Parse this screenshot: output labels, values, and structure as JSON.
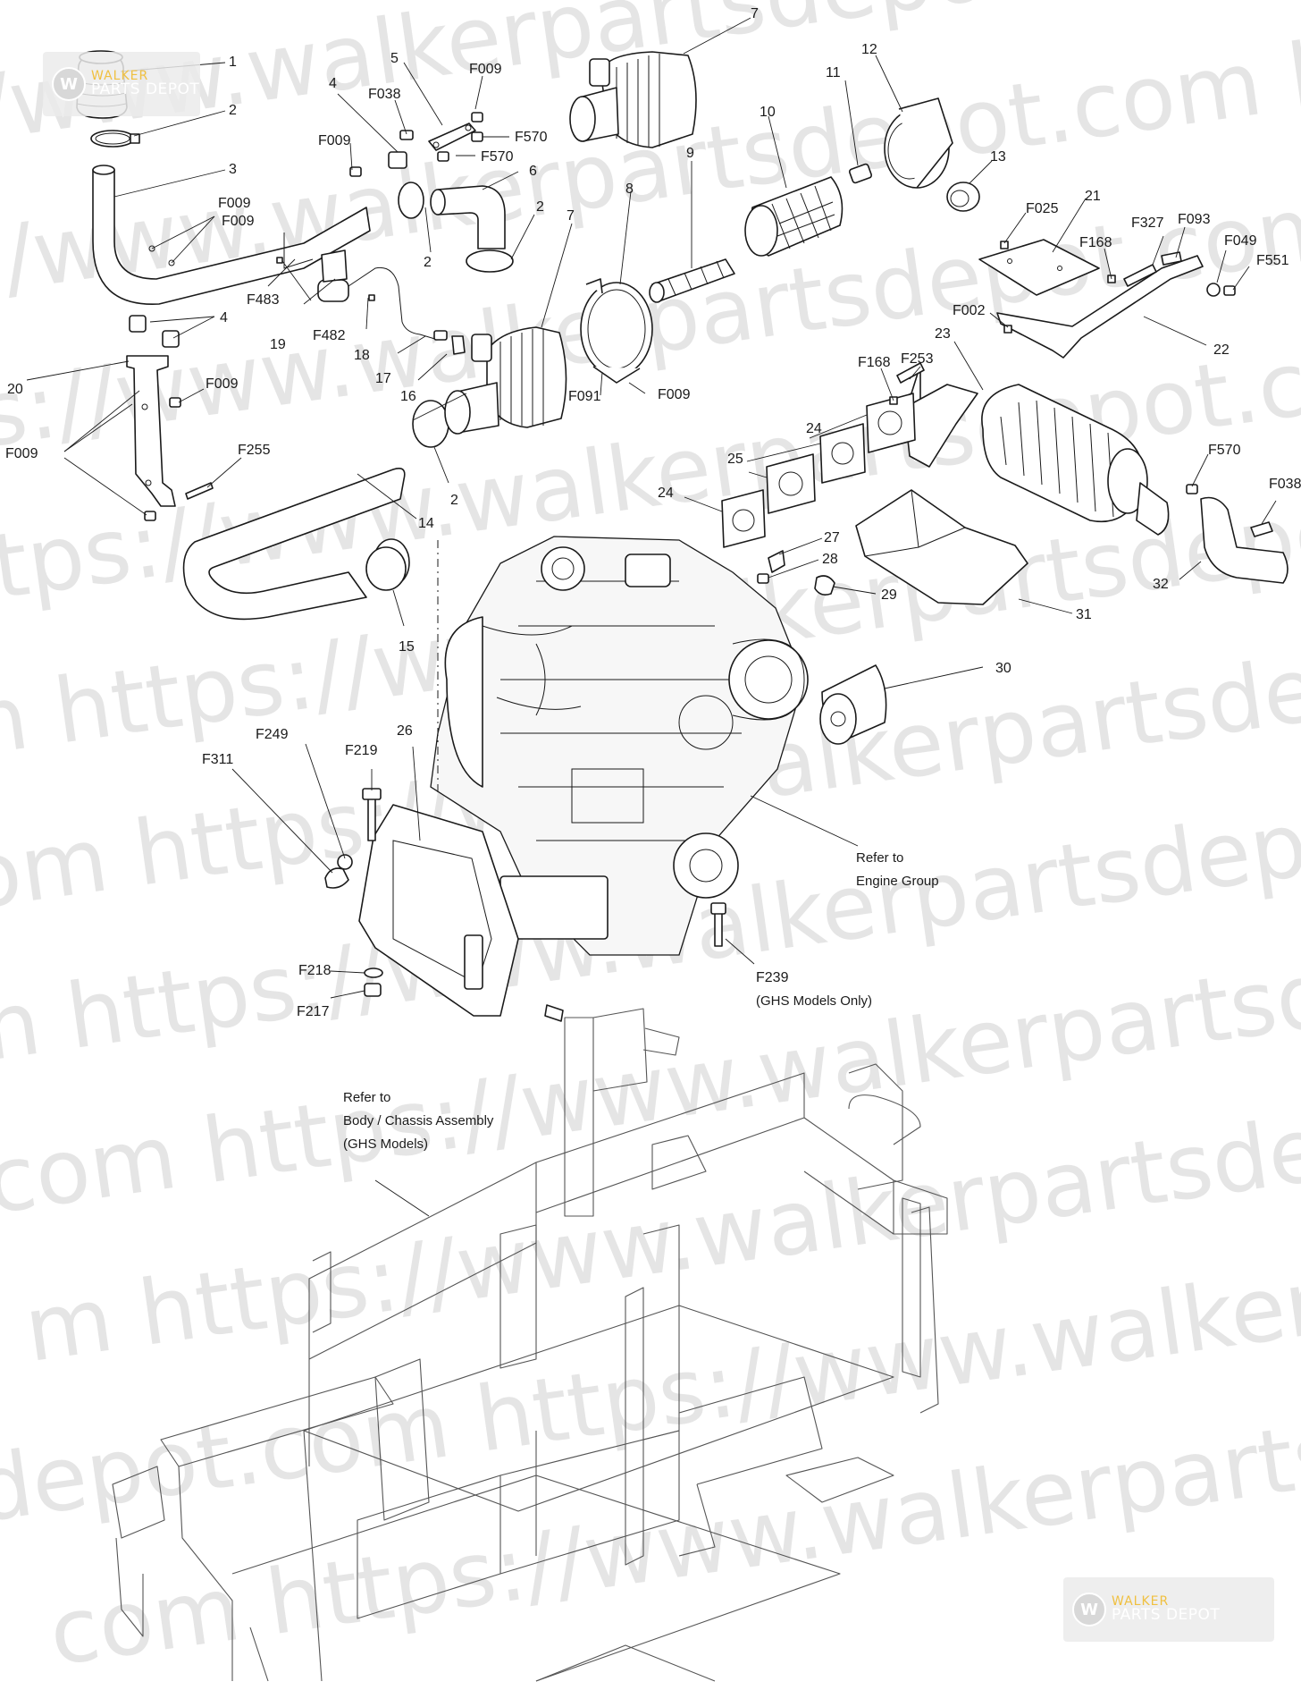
{
  "watermark": {
    "lines": [
      "s://www.walkerpartsdepot.com https:/",
      "tps://www.walkerpartsdepot.com https://w",
      "ttps://www.walkerpartsdepot.com https",
      "https://www.walkerpartsdepot.com ht",
      "m https://www.walkerpartsdepot.com",
      "com https://www.walkerpartsdepot.com htt",
      "n https://www.walkerpartsdepot.com",
      "com https://www.walkerpartsdepot.com h",
      "m https://www.walkerpartsdepot.com",
      "depot.com https://www.walkerpartsdepot.com",
      "com https://www.walkerpartsdepot.com"
    ]
  },
  "logo": {
    "line1": "WALKER",
    "line2": "PARTS DEPOT",
    "icon": "walker-w-icon",
    "mark": "W"
  },
  "callouts": {
    "c1": "1",
    "c2a": "2",
    "c3": "3",
    "f009_top": "F009",
    "c4_top": "4",
    "f009_b": "F009",
    "c5": "5",
    "f038_top": "F038",
    "f009_c": "F009",
    "f570_a": "F570",
    "f570_b": "F570",
    "c6": "6",
    "c2b": "2",
    "c2c": "2",
    "c7_top": "7",
    "c7_mid": "7",
    "c8": "8",
    "c9": "9",
    "c10": "10",
    "c11": "11",
    "c12": "12",
    "c13": "13",
    "f009_d": "F009",
    "f483": "F483",
    "c4_mid": "4",
    "c19": "19",
    "f482": "F482",
    "c18": "18",
    "c17": "17",
    "c16": "16",
    "c20": "20",
    "f009_e": "F009",
    "f009_f": "F009",
    "f255": "F255",
    "c2d": "2",
    "c14": "14",
    "c15": "15",
    "f091": "F091",
    "f009_g": "F009",
    "f025": "F025",
    "c21": "21",
    "f168_a": "F168",
    "f327": "F327",
    "f093": "F093",
    "f049": "F049",
    "f551": "F551",
    "f002": "F002",
    "c22": "22",
    "c23": "23",
    "f168_b": "F168",
    "f253": "F253",
    "c24a": "24",
    "c25": "25",
    "c24b": "24",
    "f570_c": "F570",
    "f038_b": "F038",
    "c27": "27",
    "c28": "28",
    "c29": "29",
    "c31": "31",
    "c32": "32",
    "c30": "30",
    "f249": "F249",
    "f311": "F311",
    "f219": "F219",
    "c26": "26",
    "f218": "F218",
    "f217": "F217",
    "f239": "F239"
  },
  "notes": {
    "engine_group": [
      "Refer to",
      "Engine Group"
    ],
    "f239_note": "(GHS Models Only)",
    "chassis": [
      "Refer to",
      "Body / Chassis Assembly",
      "(GHS Models)"
    ]
  }
}
